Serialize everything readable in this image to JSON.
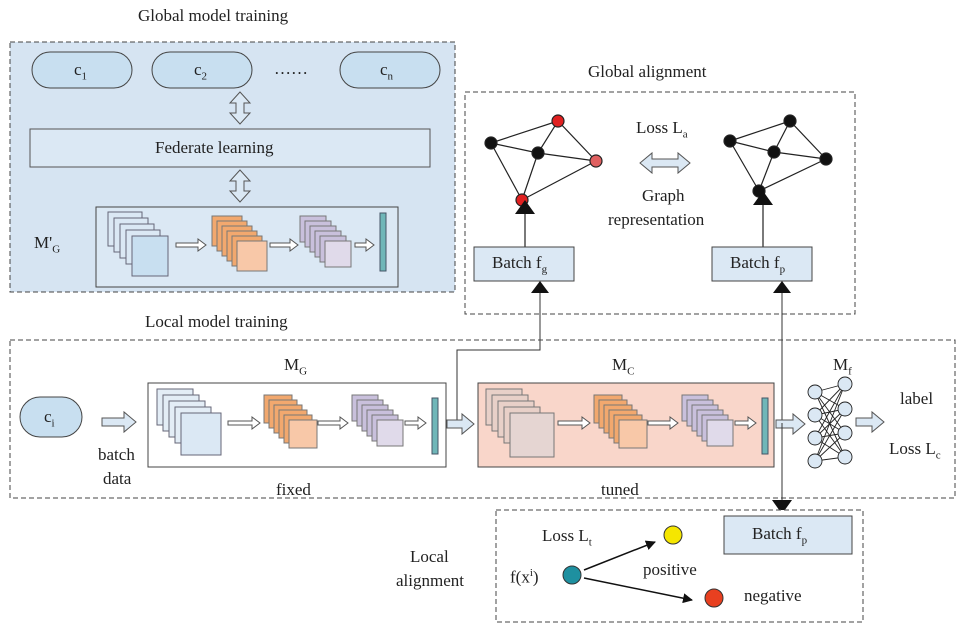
{
  "global_training": {
    "title": "Global model training",
    "clients": [
      {
        "base": "c",
        "sub": "1"
      },
      {
        "base": "c",
        "sub": "2"
      },
      {
        "base": "c",
        "sub": "n"
      }
    ],
    "ellipsis": "……",
    "federate_label": "Federate learning",
    "model_label": {
      "base": "M'",
      "sub": "G"
    }
  },
  "global_alignment": {
    "title": "Global alignment",
    "loss": {
      "base": "Loss L",
      "sub": "a"
    },
    "graph_rep_line1": "Graph",
    "graph_rep_line2": "representation",
    "batch_g": {
      "base": "Batch f",
      "sub": "g"
    },
    "batch_p": {
      "base": "Batch f",
      "sub": "p"
    }
  },
  "local_training": {
    "title": "Local model training",
    "client": {
      "base": "c",
      "sub": "i"
    },
    "batch_line1": "batch",
    "batch_line2": "data",
    "mg_label": {
      "base": "M",
      "sub": "G"
    },
    "mc_label": {
      "base": "M",
      "sub": "C"
    },
    "mf_label": {
      "base": "M",
      "sub": "f"
    },
    "fixed": "fixed",
    "tuned": "tuned",
    "label": "label",
    "loss_c": {
      "base": "Loss L",
      "sub": "c"
    }
  },
  "local_alignment": {
    "title_line1": "Local",
    "title_line2": "alignment",
    "loss_t": {
      "base": "Loss L",
      "sub": "t"
    },
    "fx": {
      "base": "f(x",
      "sup": "i",
      "close": ")"
    },
    "positive": "positive",
    "negative": "negative",
    "batch_p": {
      "base": "Batch f",
      "sub": "p"
    }
  },
  "colors": {
    "global_panel": "#d6e4f2",
    "client_fill": "#c8dff0",
    "box_fill": "#dbe8f4",
    "tuned_fill": "#f9d6ca",
    "orange": "#f2a86e",
    "purple": "#c9c0dc",
    "teal_bar": "#6fb6b8",
    "red_node": "#e02020",
    "yellow_node": "#f5e600",
    "teal_node": "#1e90a0",
    "neg_node": "#e84020"
  }
}
